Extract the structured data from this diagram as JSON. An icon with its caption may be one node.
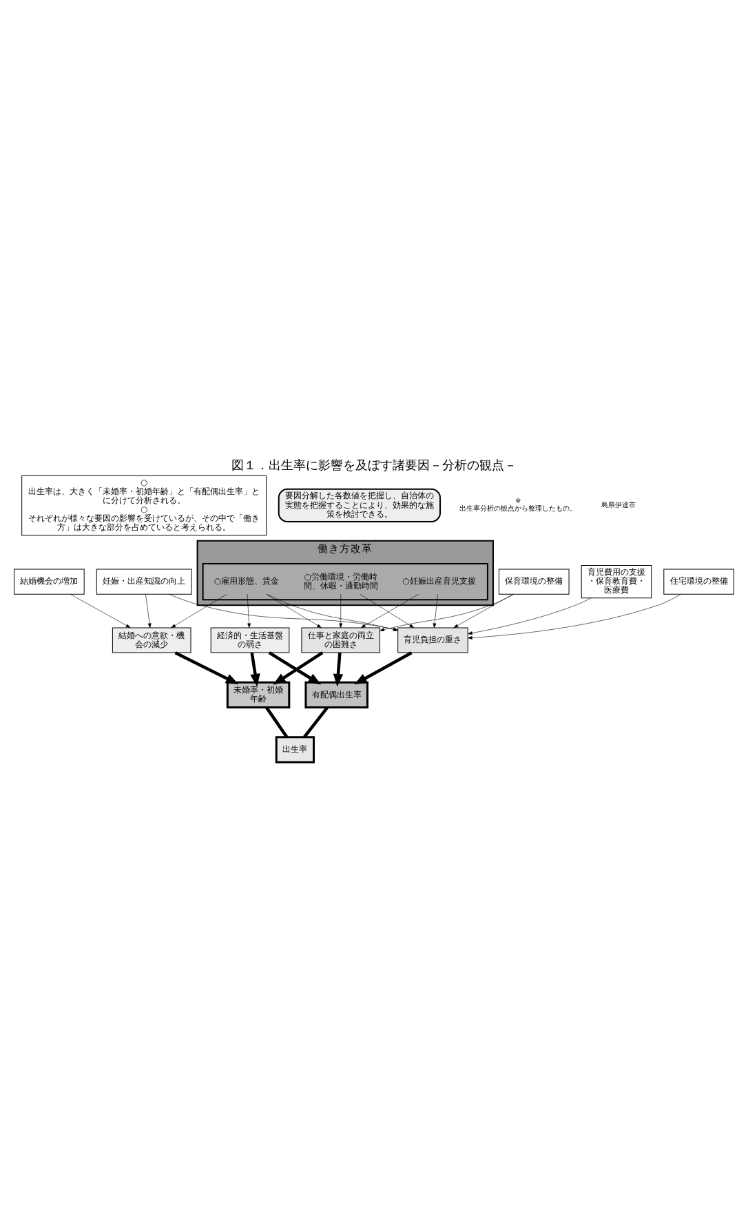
{
  "diagram": {
    "title": "図１．出生率に影響を及ぼす諸要因－分析の観点－",
    "nodes": [
      {
        "text": [
          "○ 出生率は、大きく「未婚率・初婚年齢」と「有配偶出生率」とに分けて分析される。",
          "○ それぞれが様々な要因の影響を受けているが、その中で「働き方」は大きな部分を占めていると考えられる。"
        ]
      },
      {
        "text": [
          "妊娠・出産知識の向上"
        ]
      },
      {
        "text": [
          "結婚機会の増加"
        ]
      },
      {
        "text": [
          "働き方改革"
        ]
      },
      {
        "text": [],
        "shape": "box",
        "in": 3
      },
      {
        "text": [
          "○雇用形態、賃金"
        ],
        "in": 4
      },
      {
        "text": [
          "○労働環境・労働時間、休暇・通勤時間"
        ],
        "in": 4
      },
      {
        "text": [
          "○妊娠出産育児支援"
        ],
        "in": 4
      },
      {
        "text": [
          "保育環境の整備"
        ]
      },
      {
        "text": [
          "育児費用の支援",
          "・保育教育費・医療費"
        ]
      },
      {
        "text": [
          "住宅環境の整備"
        ]
      },
      {
        "text": [
          "結婚への意欲・機会の減少"
        ]
      },
      {
        "text": [
          "経済的・生活基盤の弱さ"
        ]
      },
      {
        "text": [
          "仕事と家庭の両立の困難さ"
        ]
      },
      {
        "text": [
          "育児負担の重さ"
        ]
      },
      {
        "text": [
          "未婚率・初婚年齢"
        ]
      },
      {
        "text": [
          "有配偶出生率"
        ]
      },
      {
        "text": [
          "出生率"
        ]
      },
      {
        "text": [
          "要因分解した各数値を把握し、自治体の実態を把握することにより、効果的な施策を検討できる。"
        ]
      }
    ],
    "edges": [
      {
        "from": 1,
        "to": 11,
        "arrow": "to"
      },
      {
        "from": 2,
        "to": 11,
        "arrow": "to"
      },
      {
        "from": 5,
        "to": 11,
        "arrow": "to"
      },
      {
        "from": 5,
        "to": 12,
        "arrow": "to"
      },
      {
        "from": 5,
        "to": 13,
        "arrow": "to"
      },
      {
        "from": 6,
        "to": 13,
        "arrow": "to"
      },
      {
        "from": 7,
        "to": 13,
        "arrow": "to"
      },
      {
        "from": 8,
        "to": 13,
        "arrow": "to"
      },
      {
        "from": 1,
        "to": 14,
        "arrow": "to"
      },
      {
        "from": 5,
        "to": 14,
        "arrow": "to"
      },
      {
        "from": 6,
        "to": 14,
        "arrow": "to"
      },
      {
        "from": 7,
        "to": 14,
        "arrow": "to"
      },
      {
        "from": 8,
        "to": 14,
        "arrow": "to"
      },
      {
        "from": 9,
        "to": 14,
        "arrow": "to"
      },
      {
        "from": 10,
        "to": 14,
        "arrow": "to"
      },
      {
        "from": 11,
        "to": 15,
        "arrow": "to",
        "style": "thick"
      },
      {
        "from": 12,
        "to": 15,
        "arrow": "to",
        "style": "thick"
      },
      {
        "from": 12,
        "to": 16,
        "arrow": "to",
        "style": "thick"
      },
      {
        "from": 13,
        "to": 15,
        "arrow": "to",
        "style": "thick"
      },
      {
        "from": 13,
        "to": 16,
        "arrow": "to",
        "style": "thick"
      },
      {
        "from": 14,
        "to": 16,
        "arrow": "to",
        "style": "thick"
      },
      {
        "from": 15,
        "to": 17,
        "arrow": "none",
        "style": "thick"
      },
      {
        "from": 16,
        "to": 17,
        "arrow": "none",
        "style": "thick"
      }
    ],
    "labels": [
      "※ 出生率分析の観点から整理したもの。",
      "島県伊達市"
    ]
  }
}
